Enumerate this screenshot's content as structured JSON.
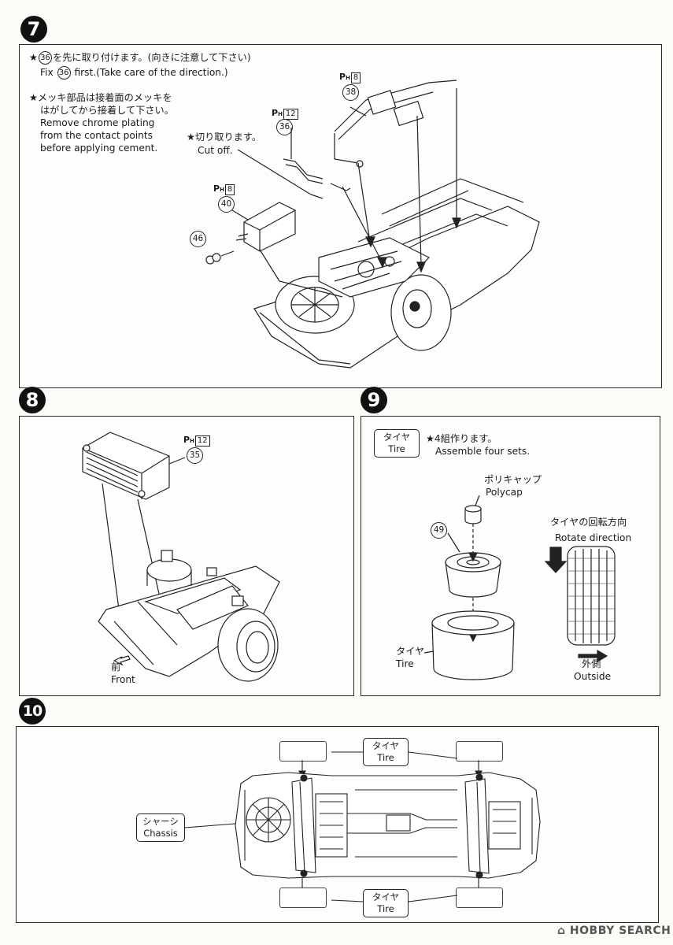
{
  "step7": {
    "number": "7",
    "note1_jp": "を先に取り付けます。(向きに注意して下さい)",
    "note1_part": "36",
    "note1_en_a": "Fix",
    "note1_en_b": "first.(Take care of the direction.)",
    "note2_jp_line1": "★メッキ部品は接着面のメッキを",
    "note2_jp_line2": "はがしてから接着して下さい。",
    "note2_en_line1": "Remove chrome plating",
    "note2_en_line2": "from the contact points",
    "note2_en_line3": "before applying cement.",
    "cutoff_jp": "★切り取ります。",
    "cutoff_en": "Cut off.",
    "parts": [
      {
        "num": "38",
        "runner": "8"
      },
      {
        "num": "36",
        "runner": "12"
      },
      {
        "num": "40",
        "runner": "8"
      },
      {
        "num": "46",
        "runner": ""
      }
    ]
  },
  "step8": {
    "number": "8",
    "part_num": "35",
    "runner": "12",
    "front_jp": "前",
    "front_en": "Front"
  },
  "step9": {
    "number": "9",
    "tire_label_jp": "タイヤ",
    "tire_label_en": "Tire",
    "note_jp": "★4組作ります。",
    "note_en": "Assemble four sets.",
    "polycap_jp": "ポリキャップ",
    "polycap_en": "Polycap",
    "part_num": "49",
    "tire_jp": "タイヤ",
    "tire_en": "Tire",
    "rotate_jp": "タイヤの回転方向",
    "rotate_en": "Rotate direction",
    "outside_jp": "外側",
    "outside_en": "Outside"
  },
  "step10": {
    "number": "10",
    "tire_top_jp": "タイヤ",
    "tire_top_en": "Tire",
    "tire_bottom_jp": "タイヤ",
    "tire_bottom_en": "Tire",
    "chassis_jp": "シャーシ",
    "chassis_en": "Chassis"
  },
  "runner_letter": "P",
  "runner_sub": "H",
  "watermark": "HOBBY SEARCH",
  "colors": {
    "ink": "#1a1a1a",
    "paper": "#fbfbf8"
  }
}
